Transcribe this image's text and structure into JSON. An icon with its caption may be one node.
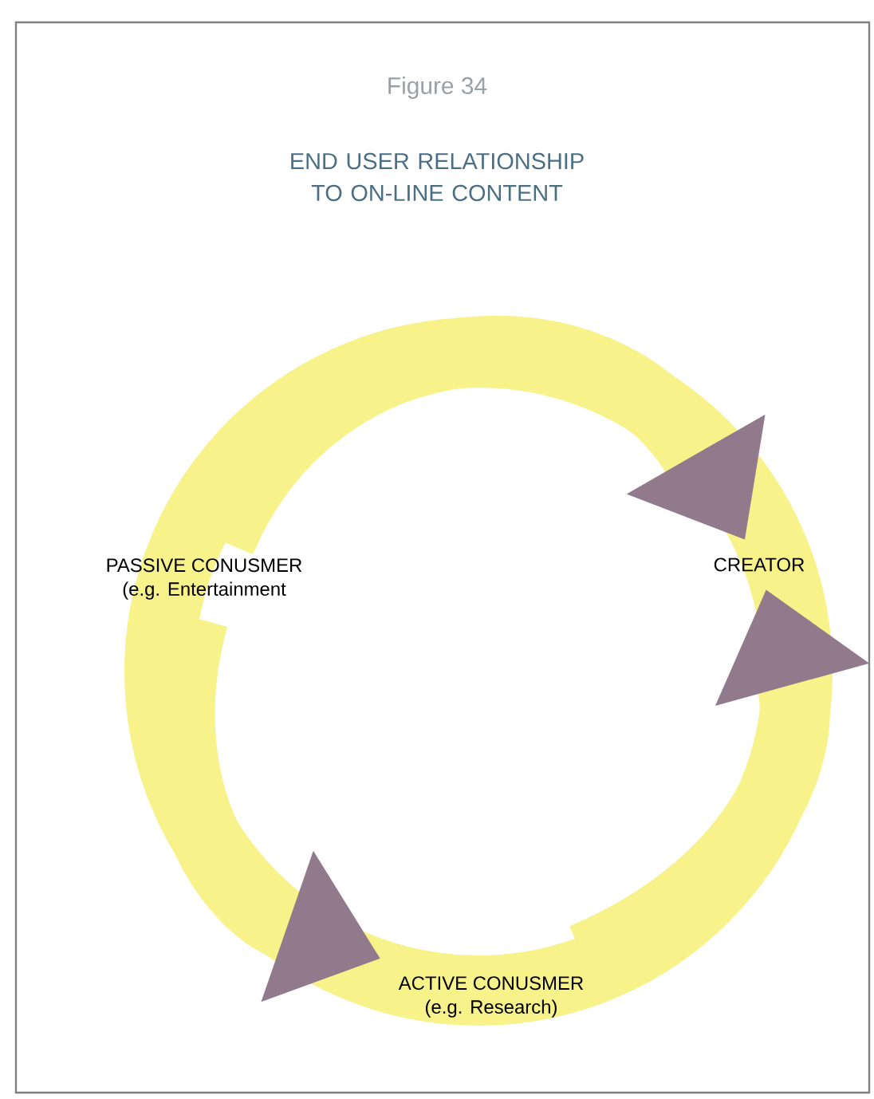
{
  "diagram": {
    "title": "END USER RELATIONSHIP TO ON-LINE CONTENT",
    "nodes": [
      {
        "text": [
          "PASSIVE CONUSMER",
          "(e.g. Entertainment"
        ]
      },
      {
        "text": [
          "CREATOR"
        ]
      },
      {
        "text": [
          "ACTIVE CONUSMER",
          "(e.g. Research)"
        ]
      }
    ],
    "edges": [
      {
        "from": 0,
        "to": 1,
        "arrow": "to"
      },
      {
        "from": 0,
        "to": 2,
        "arrow": "to"
      },
      {
        "from": 2,
        "to": 1,
        "arrow": "to"
      }
    ],
    "labels": [
      "Figure 34"
    ]
  }
}
